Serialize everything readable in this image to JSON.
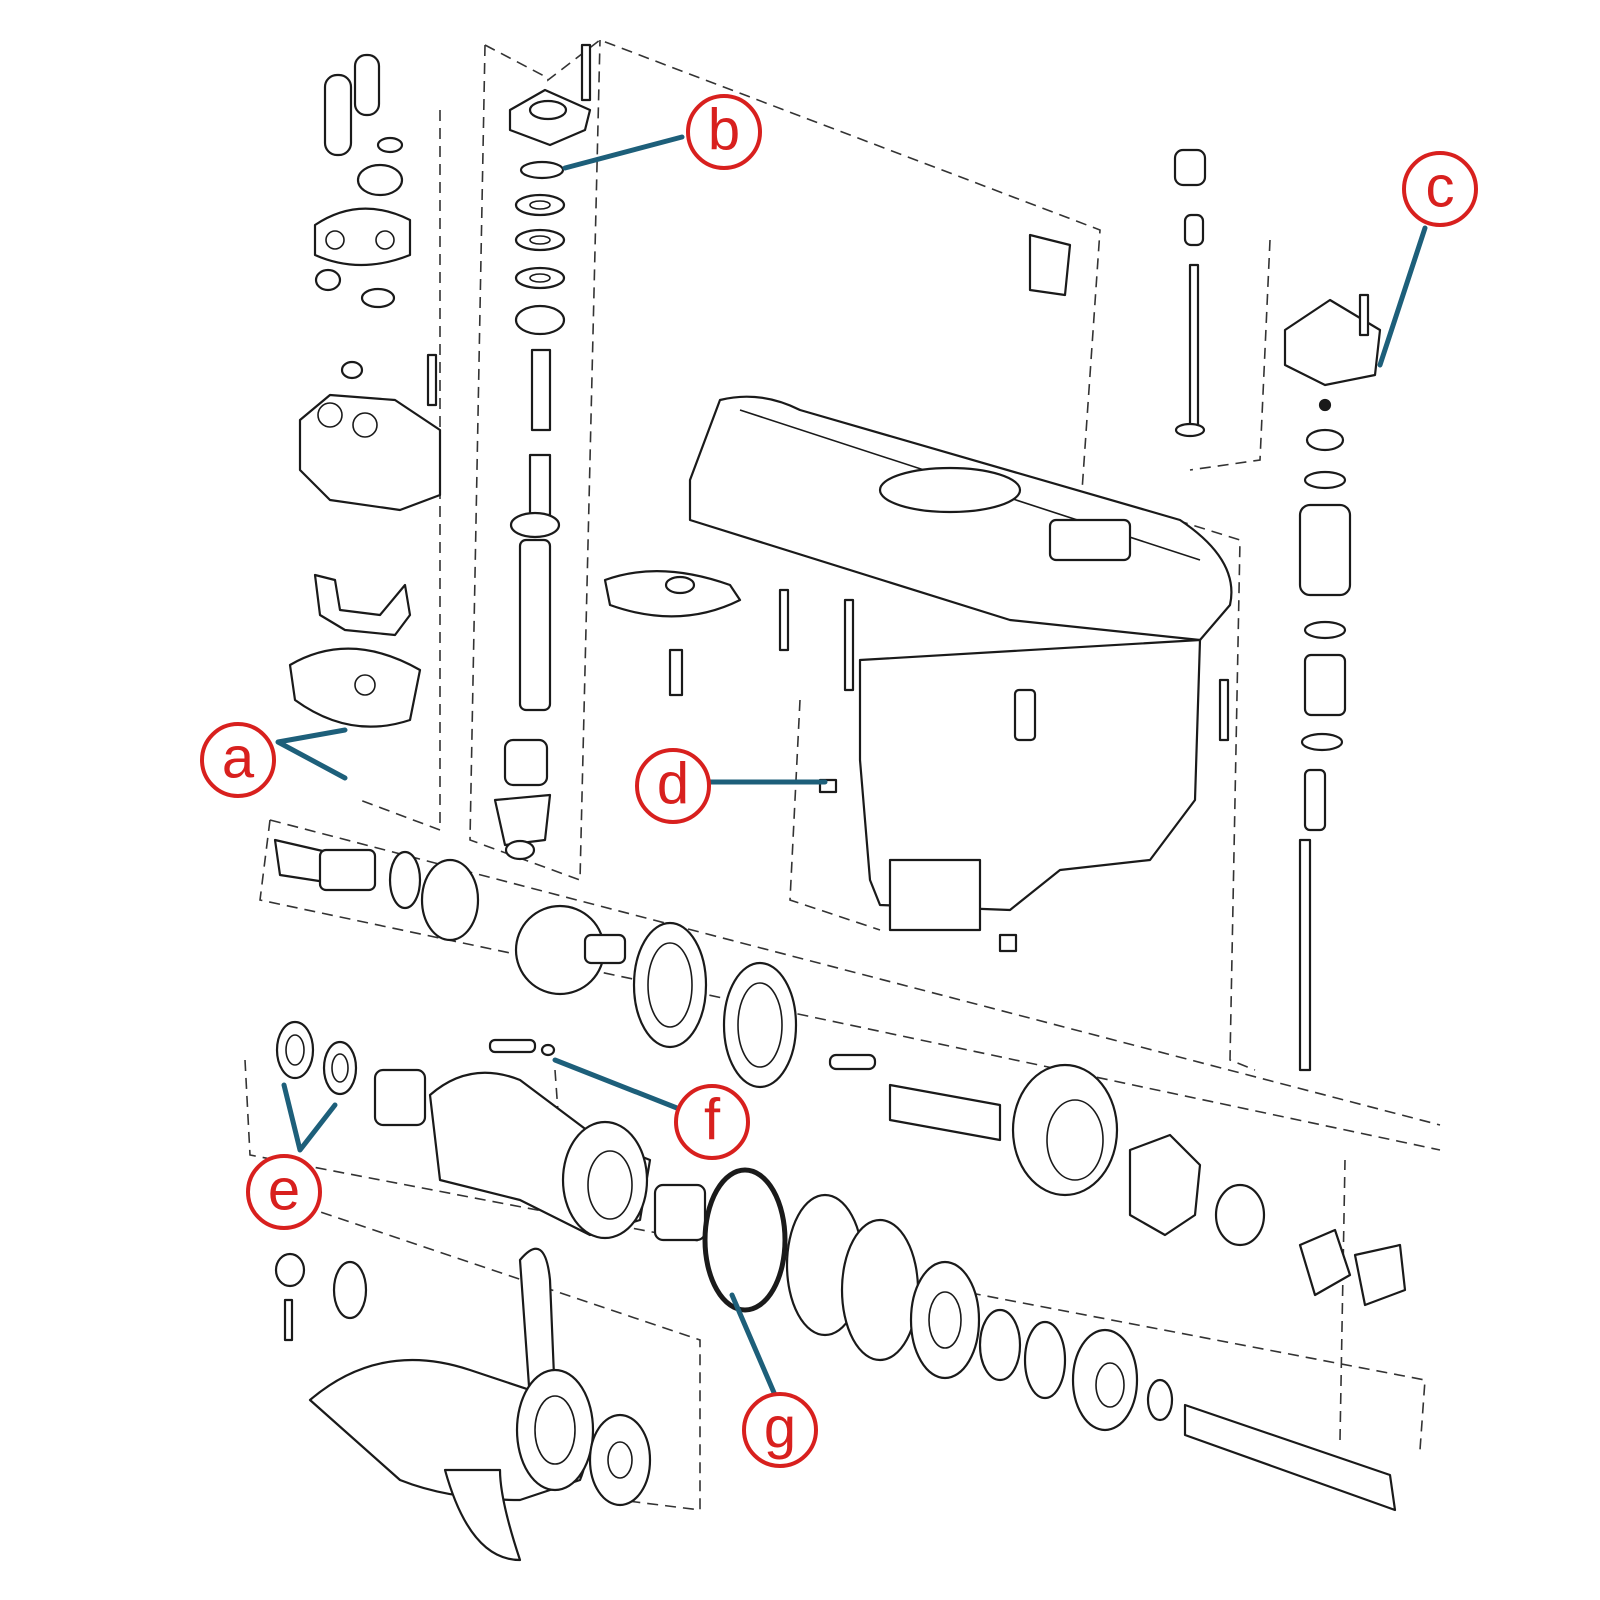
{
  "callouts": [
    {
      "id": "a",
      "label": "a"
    },
    {
      "id": "b",
      "label": "b"
    },
    {
      "id": "c",
      "label": "c"
    },
    {
      "id": "d",
      "label": "d"
    },
    {
      "id": "e",
      "label": "e"
    },
    {
      "id": "f",
      "label": "f"
    },
    {
      "id": "g",
      "label": "g"
    }
  ],
  "colors": {
    "callout": "#d8201e",
    "leader": "#1d5f7a",
    "line_art": "#1a1a1a"
  }
}
